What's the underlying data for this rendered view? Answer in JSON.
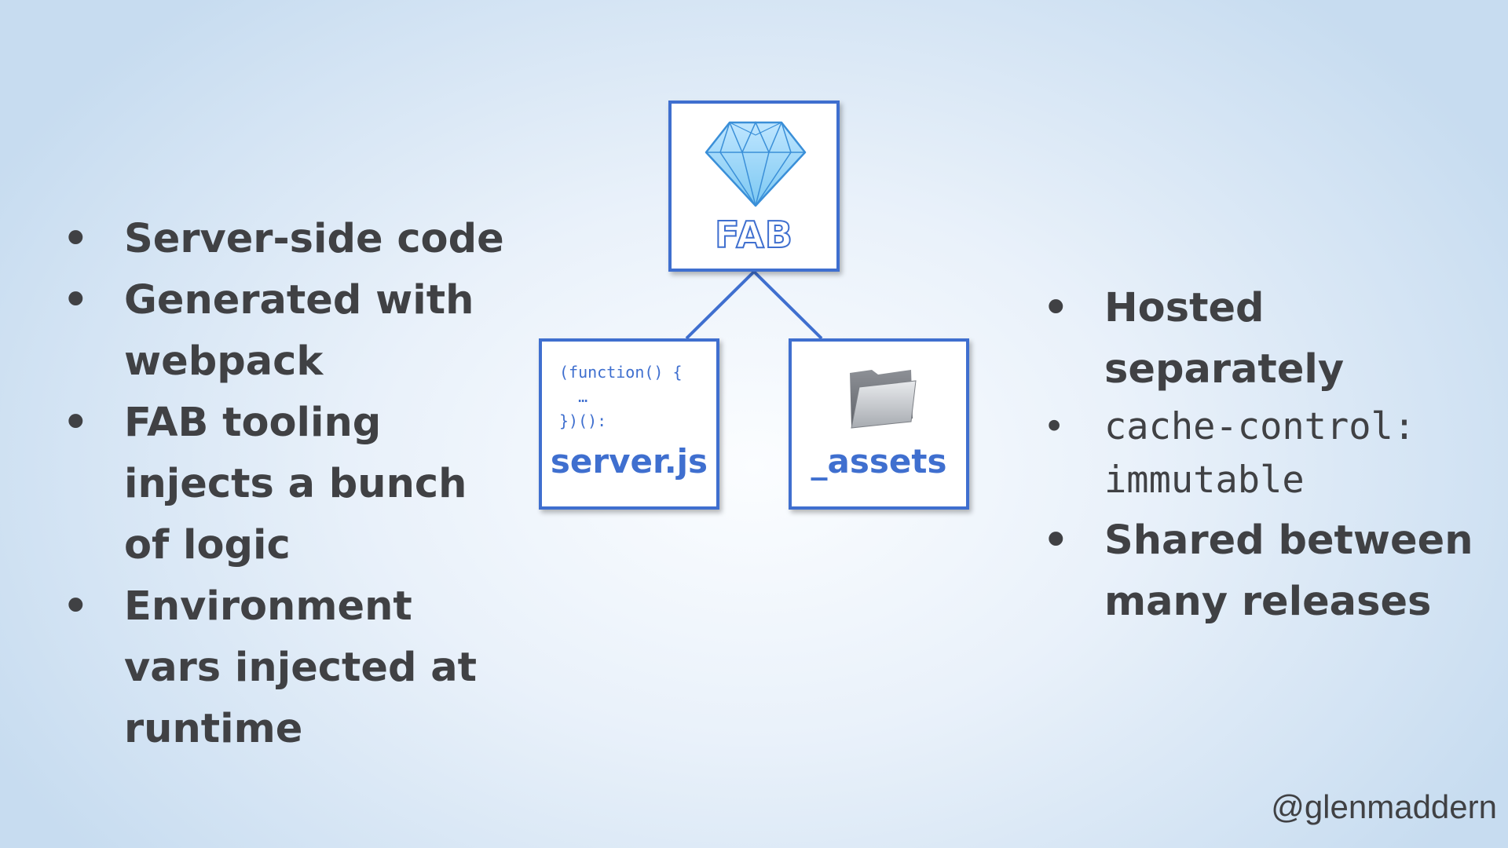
{
  "left_bullets": [
    "Server-side code",
    "Generated with webpack",
    "FAB tooling injects a bunch of logic",
    "Environment vars injected at runtime"
  ],
  "right_bullets": {
    "first": "Hosted separately",
    "second": "cache-control: immutable",
    "third": "Shared between many releases"
  },
  "diagram": {
    "root_label": "FAB",
    "root_icon": "diamond-gem-icon",
    "children": [
      {
        "label": "server.js",
        "code_lines": [
          "(function() {",
          "  …",
          "})():"
        ]
      },
      {
        "label": "_assets",
        "icon": "folder-icon"
      }
    ],
    "accent_color": "#3f6fcf"
  },
  "footer": {
    "handle": "@glenmaddern"
  }
}
